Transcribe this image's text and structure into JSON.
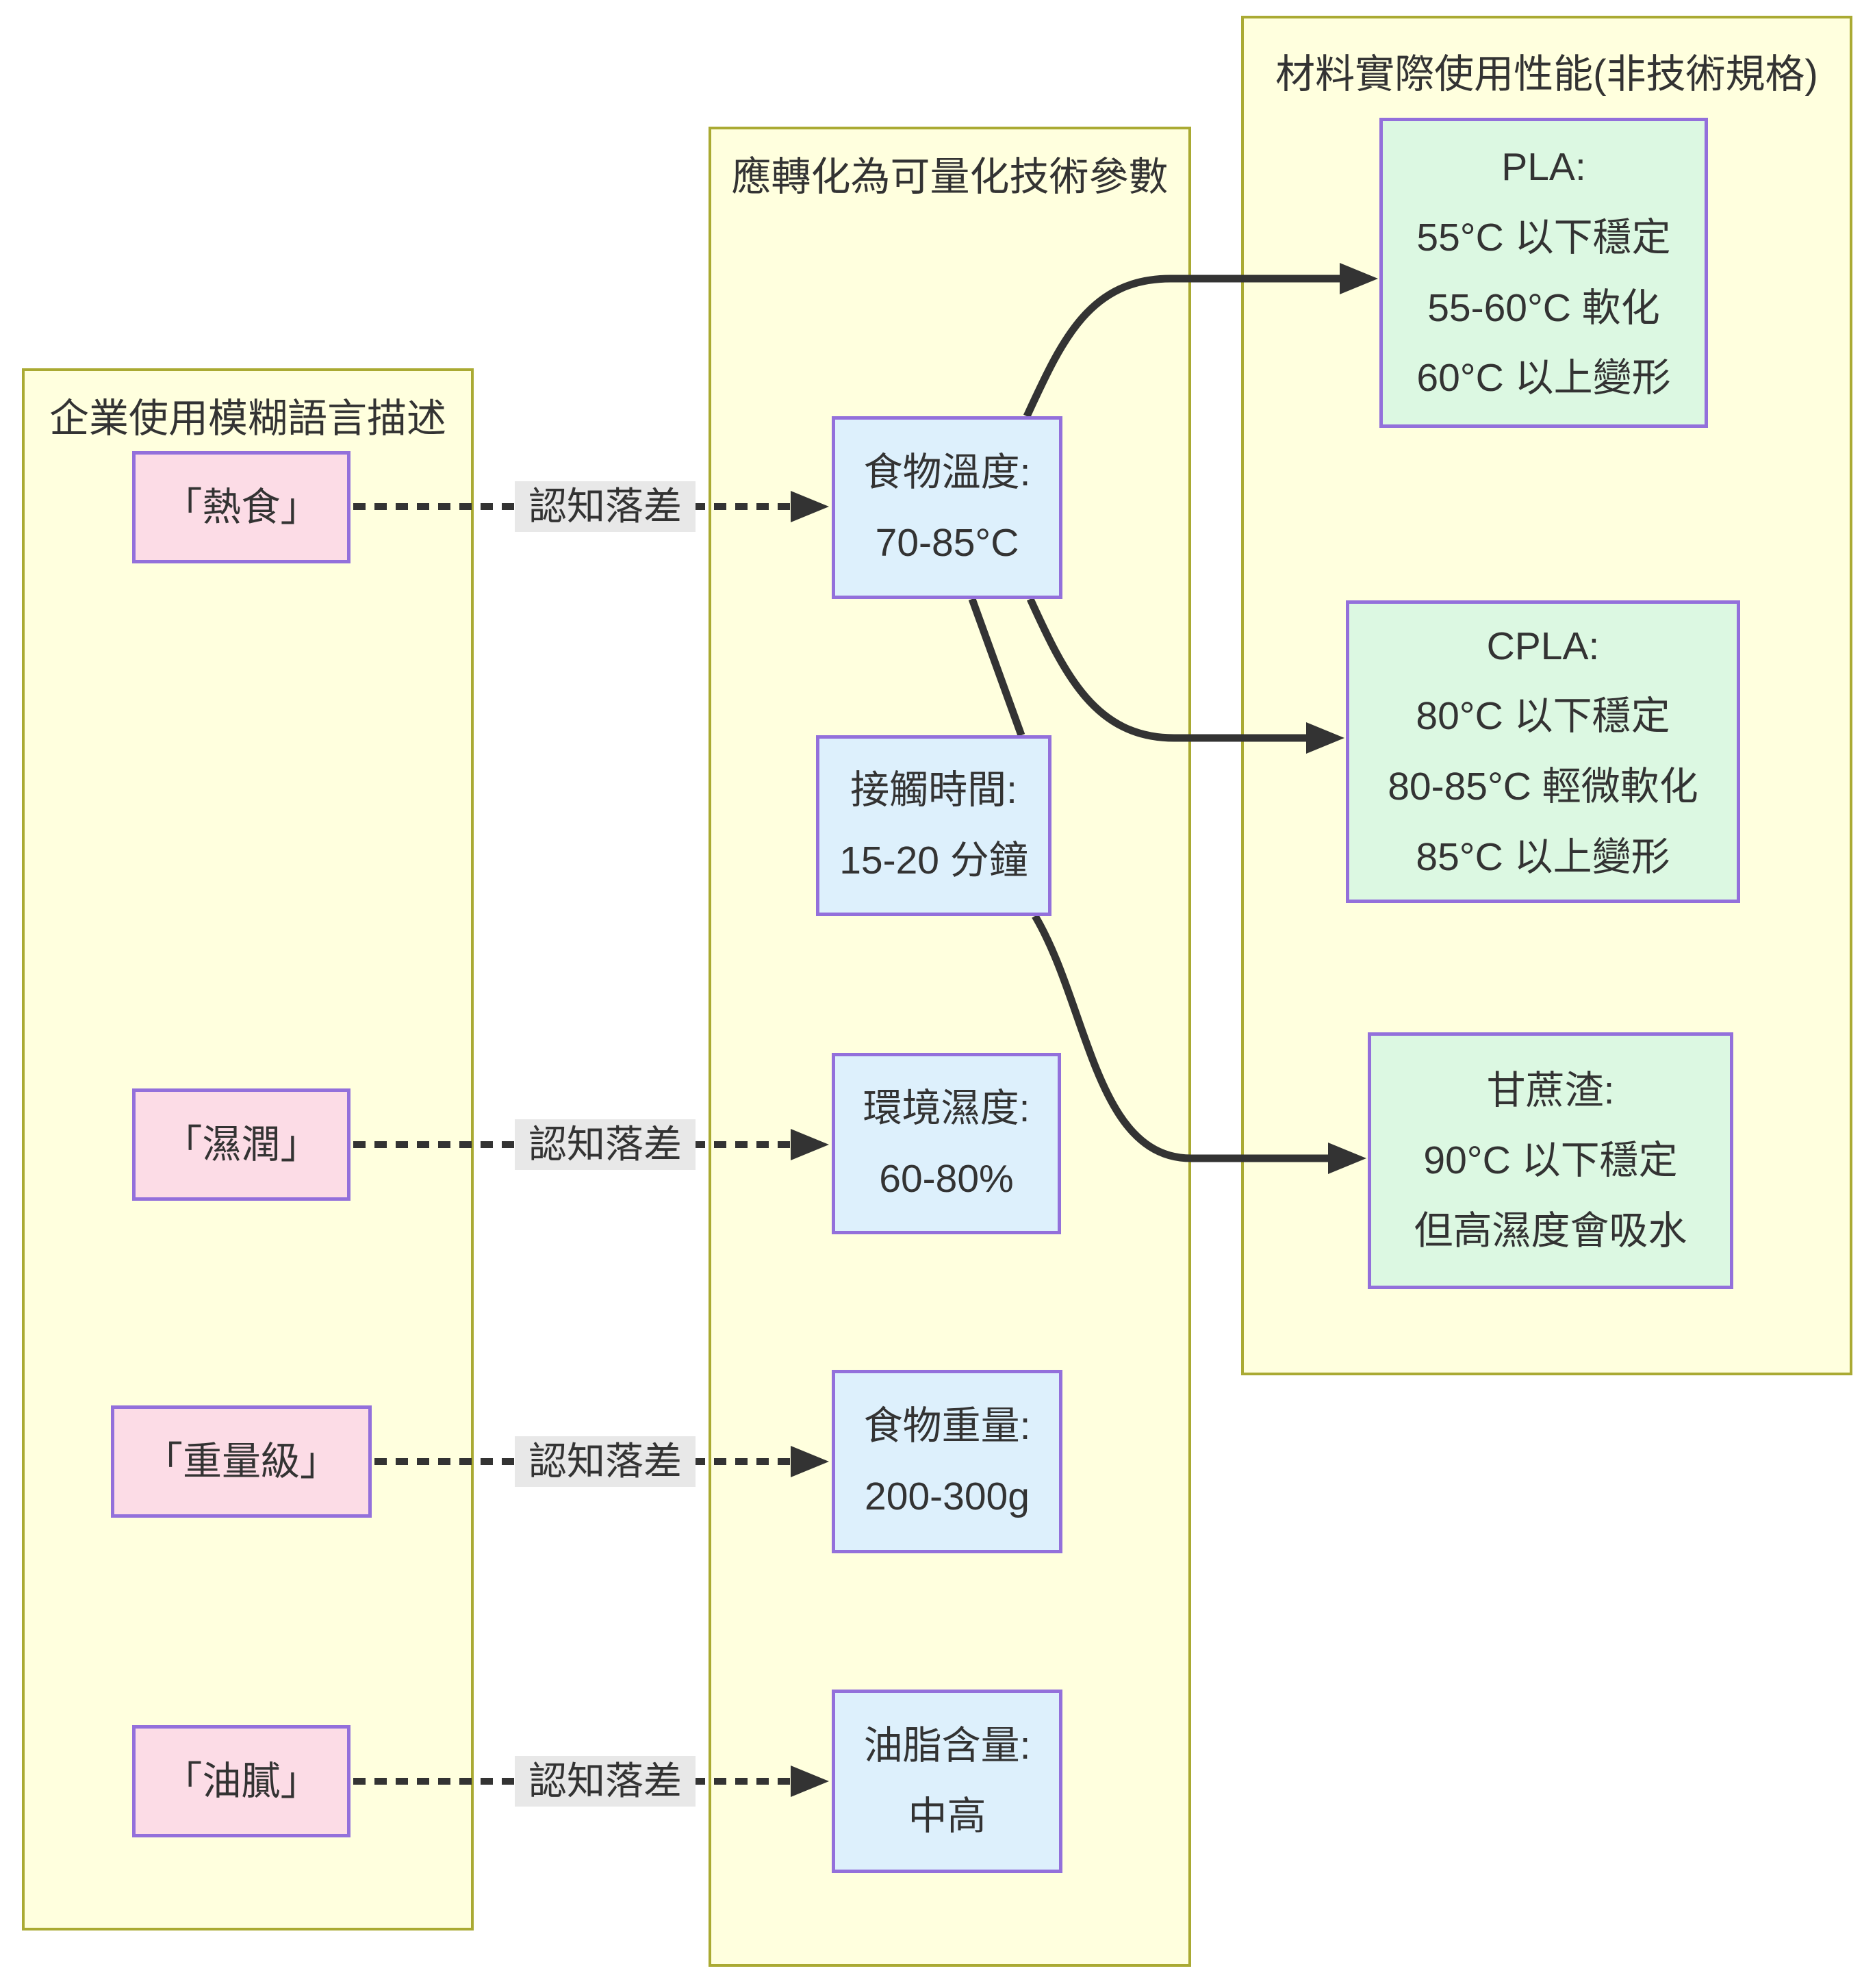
{
  "diagram": {
    "columns": [
      {
        "title": "企業使用模糊語言描述"
      },
      {
        "title": "應轉化為可量化技術參數"
      },
      {
        "title": "材料實際使用性能(非技術規格)"
      }
    ],
    "fuzzy_nodes": [
      {
        "label": "「熱食」"
      },
      {
        "label": "「濕潤」"
      },
      {
        "label": "「重量級」"
      },
      {
        "label": "「油膩」"
      }
    ],
    "param_nodes": [
      {
        "line1": "食物溫度:",
        "line2": "70-85°C"
      },
      {
        "line1": "接觸時間:",
        "line2": "15-20 分鐘"
      },
      {
        "line1": "環境濕度:",
        "line2": "60-80%"
      },
      {
        "line1": "食物重量:",
        "line2": "200-300g"
      },
      {
        "line1": "油脂含量:",
        "line2": "中高"
      }
    ],
    "material_nodes": [
      {
        "line1": "PLA:",
        "line2": "55°C 以下穩定",
        "line3": "55-60°C 軟化",
        "line4": "60°C 以上變形"
      },
      {
        "line1": "CPLA:",
        "line2": "80°C 以下穩定",
        "line3": "80-85°C 輕微軟化",
        "line4": "85°C 以上變形"
      },
      {
        "line1": "甘蔗渣:",
        "line2": "90°C 以下穩定",
        "line3": "但高濕度會吸水"
      }
    ],
    "edge_labels": [
      {
        "text": "認知落差"
      },
      {
        "text": "認知落差"
      },
      {
        "text": "認知落差"
      },
      {
        "text": "認知落差"
      }
    ],
    "edges": [
      {
        "from": "「熱食」",
        "to": "食物溫度",
        "style": "dashed",
        "label": "認知落差"
      },
      {
        "from": "「濕潤」",
        "to": "環境濕度",
        "style": "dashed",
        "label": "認知落差"
      },
      {
        "from": "「重量級」",
        "to": "食物重量",
        "style": "dashed",
        "label": "認知落差"
      },
      {
        "from": "「油膩」",
        "to": "油脂含量",
        "style": "dashed",
        "label": "認知落差"
      },
      {
        "from": "食物溫度",
        "to": "PLA",
        "style": "solid",
        "label": ""
      },
      {
        "from": "食物溫度",
        "to": "CPLA",
        "style": "solid",
        "label": ""
      },
      {
        "from": "食物溫度",
        "to": "接觸時間",
        "style": "solid-noarrow",
        "label": ""
      },
      {
        "from": "接觸時間",
        "to": "甘蔗渣",
        "style": "solid",
        "label": ""
      }
    ],
    "colors": {
      "column_bg": "#ffffde",
      "column_border": "#aaaa33",
      "fuzzy_node_bg": "#fcdce6",
      "param_node_bg": "#ddf0fc",
      "material_node_bg": "#dcf8e2",
      "node_border": "#9370db",
      "edge": "#333333",
      "edge_label_bg": "#e8e8e8",
      "text": "#333333"
    }
  }
}
